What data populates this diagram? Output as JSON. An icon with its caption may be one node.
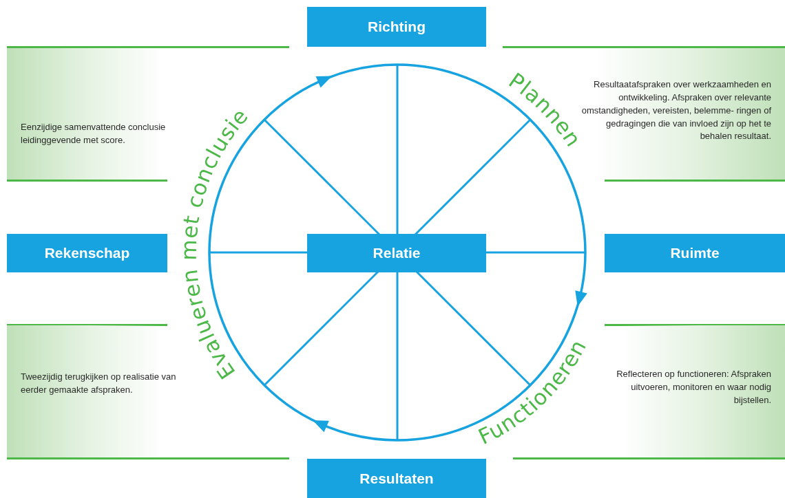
{
  "diagram": {
    "nodes": [
      {
        "text": [
          "Richting"
        ]
      },
      {
        "text": [
          "Eenzijdige samenvattende conclusie leidinggevende met score."
        ]
      },
      {
        "text": [
          "Resultaatafspraken over werkzaamheden en ontwikkeling. Afspraken over relevante omstandigheden, vereisten, belemme- ringen of gedragingen die van invloed zijn op het te behalen resultaat."
        ]
      },
      {
        "text": [
          "Rekenschap"
        ]
      },
      {
        "text": [
          "Relatie"
        ]
      },
      {
        "text": [
          "Ruimte"
        ]
      },
      {
        "text": [
          "Tweezijdig terugkijken op realisatie van eerder gemaakte afspraken."
        ]
      },
      {
        "text": [
          "Reflecteren op functioneren: Afspraken uitvoeren, monitoren en waar nodig bijstellen."
        ]
      },
      {
        "text": [
          "Resultaten"
        ]
      }
    ],
    "labels": [
      "Plannen",
      "Functioneren",
      "Evalueren met conclusie"
    ]
  }
}
